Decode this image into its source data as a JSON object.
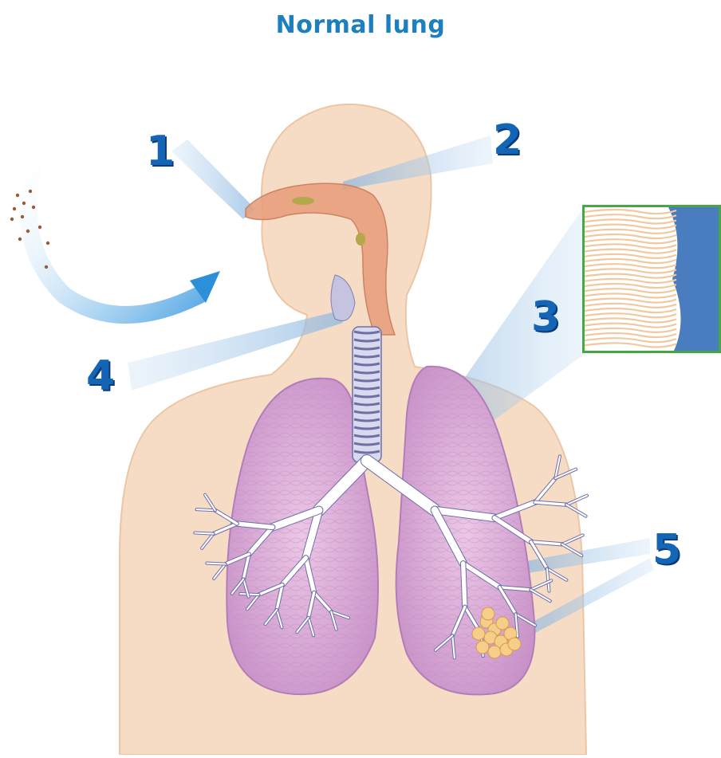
{
  "title": "Normal lung",
  "labels": [
    "1",
    "2",
    "3",
    "4",
    "5"
  ],
  "colors": {
    "title": "#1d7fbf",
    "label": "#1565b7",
    "label_shadow": "#0b3c78",
    "skin": "#f6dcc4",
    "skin_edge": "#ecc6a4",
    "lung": "#d9a8d4",
    "lung_edge": "#b07cba",
    "airway": "#e8a07e",
    "trachea_ring": "#ffffff",
    "trachea_band": "#6f6fa6",
    "bronchi": "#ffffff",
    "alveoli": "#f5cf8a",
    "cilia_bg": "#4a7cc0",
    "inset_border": "#45a845",
    "callout": "#9ec3e6",
    "arrow": "#2b8fd9",
    "particles": "#9a5a3a"
  }
}
